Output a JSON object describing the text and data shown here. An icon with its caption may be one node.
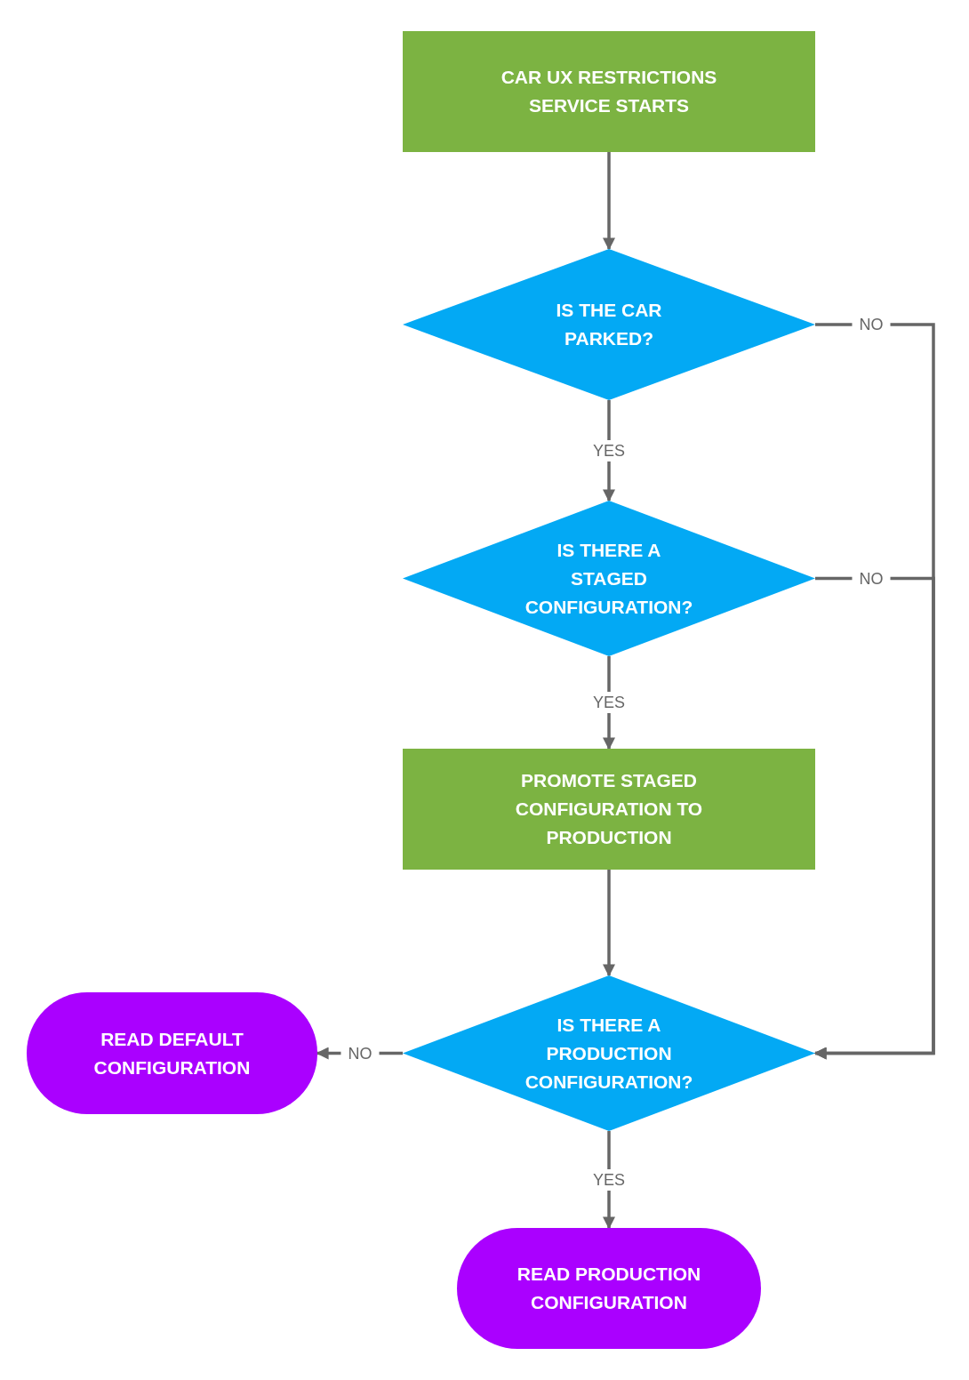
{
  "diagram": {
    "nodes": [
      {
        "text": [
          "CAR UX RESTRICTIONS SERVICE STARTS"
        ]
      },
      {
        "text": [
          "IS THE CAR PARKED?"
        ]
      },
      {
        "text": [
          "IS THERE A STAGED CONFIGURATION?"
        ]
      },
      {
        "text": [
          "PROMOTE STAGED CONFIGURATION TO PRODUCTION"
        ]
      },
      {
        "text": [
          "IS THERE A PRODUCTION CONFIGURATION?"
        ]
      },
      {
        "text": [
          "READ DEFAULT CONFIGURATION"
        ]
      },
      {
        "text": [
          "READ PRODUCTION CONFIGURATION"
        ]
      }
    ],
    "edges": [
      {
        "from": 0,
        "to": 1,
        "arrow": "to"
      },
      {
        "from": 1,
        "to": 2,
        "arrow": "to",
        "label": "YES"
      },
      {
        "from": 2,
        "to": 3,
        "arrow": "to",
        "label": "YES"
      },
      {
        "from": 3,
        "to": 4,
        "arrow": "to"
      },
      {
        "from": 4,
        "to": 5,
        "arrow": "to",
        "label": "NO"
      },
      {
        "from": 4,
        "to": 6,
        "arrow": "to",
        "label": "YES"
      },
      {
        "from": 1,
        "to": 4,
        "arrow": "to",
        "label": "NO"
      },
      {
        "from": 2,
        "to": 4,
        "arrow": "to",
        "label": "NO"
      }
    ]
  }
}
